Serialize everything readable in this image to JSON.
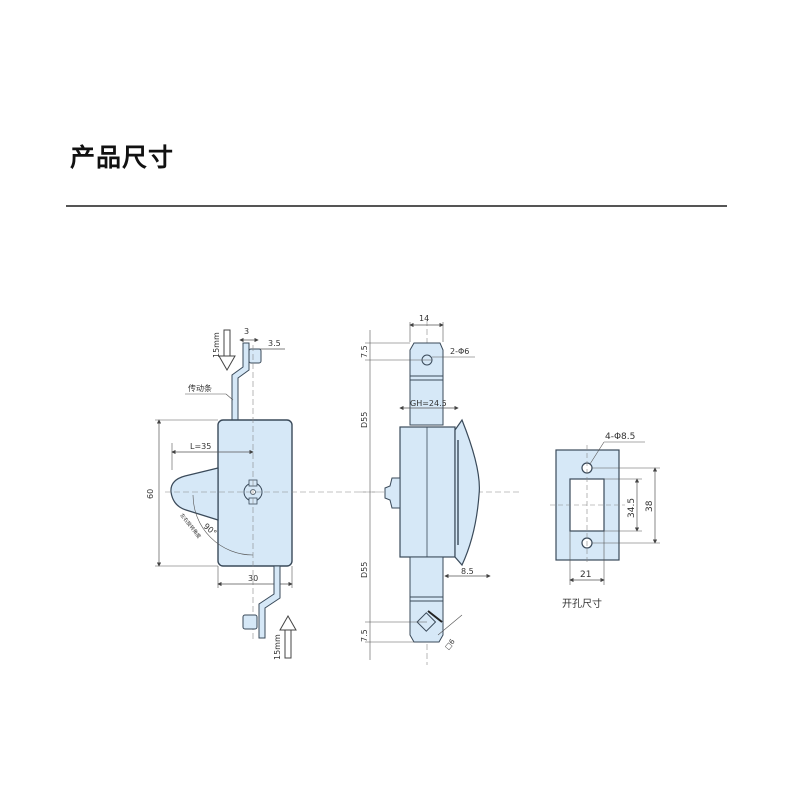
{
  "page": {
    "title": "产品尺寸"
  },
  "colors": {
    "part_fill": "#d6e8f7",
    "outline": "#3a4a5a",
    "dimension_line": "#555555",
    "rule": "#555555"
  },
  "side_view": {
    "top_arrow_label": "15mm",
    "dim_3": "3",
    "dim_3_5": "3.5",
    "rod_label": "传动条",
    "dim_L": "L=35",
    "dim_height": "60",
    "dim_width": "30",
    "angle_label": "90°",
    "rotation_note": "左右旋转角度",
    "bottom_arrow_label": "15mm"
  },
  "front_view": {
    "dim_top_width": "14",
    "dim_top_offset": "7.5",
    "hole_label": "2-Φ6",
    "dim_upper_length": "D55",
    "dim_GH": "GH=24.5",
    "dim_lower_length": "D55",
    "dim_handle_depth": "8.5",
    "dim_bottom_offset": "7.5",
    "dim_square": "□6"
  },
  "cutout_view": {
    "hole_label": "4-Φ8.5",
    "dim_inner_height": "34.5",
    "dim_outer_height": "38",
    "dim_width": "21",
    "caption": "开孔尺寸"
  }
}
